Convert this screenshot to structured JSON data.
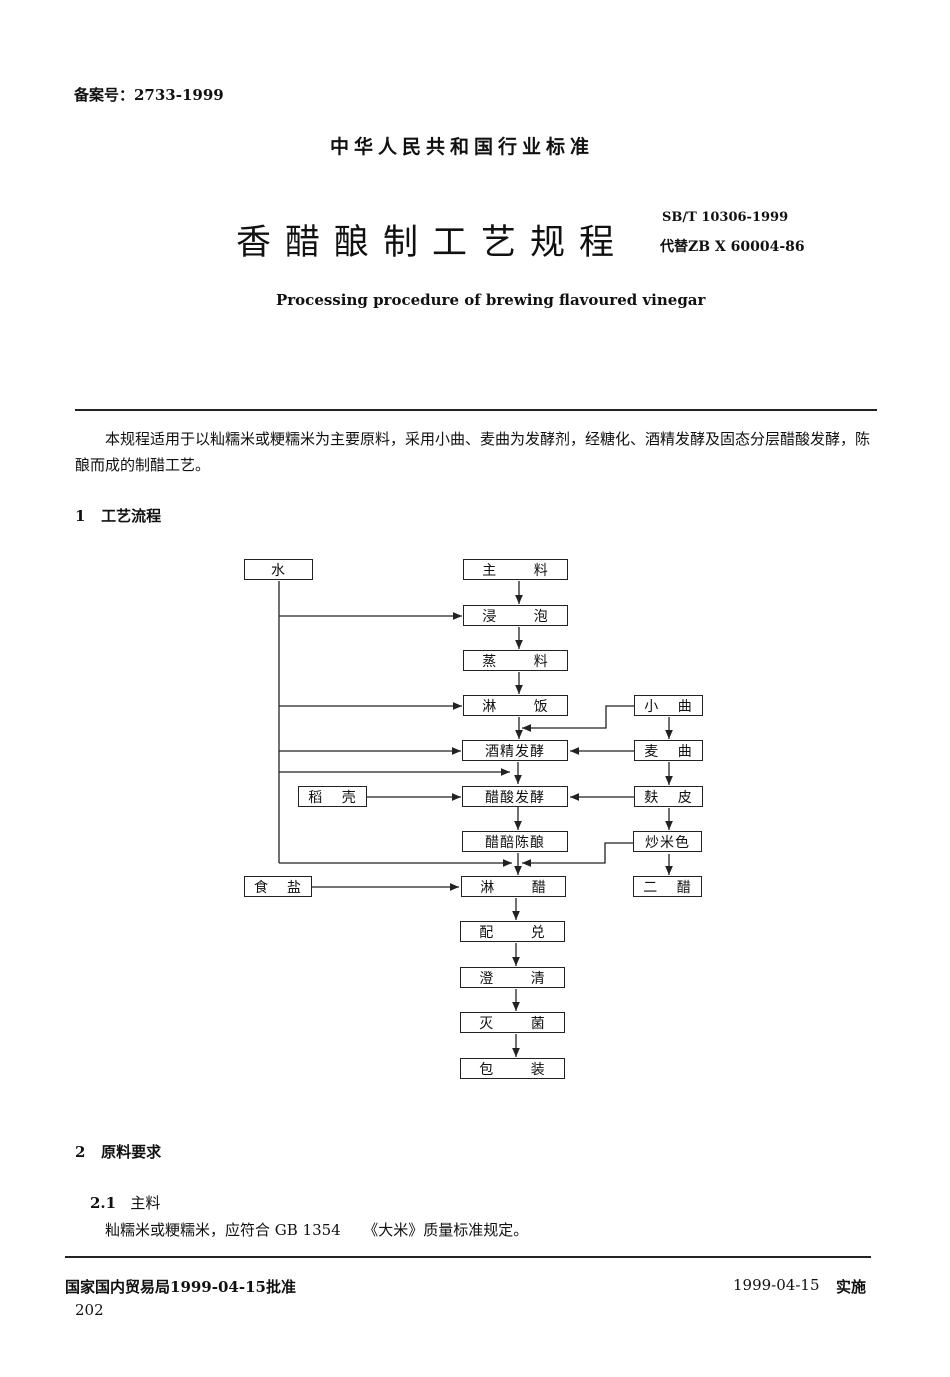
{
  "header": {
    "record_no": "备案号：2733-1999",
    "industry_standard": "中华人民共和国行业标准",
    "title": "香醋酿制工艺规程",
    "standard_code": "SB/T 10306-1999",
    "replaces": "代替ZB X 60004-86",
    "english_title": "Processing procedure of brewing flavoured vinegar"
  },
  "intro": "本规程适用于以籼糯米或粳糯米为主要原料，采用小曲、麦曲为发酵剂，经糖化、酒精发酵及固态分层醋酸发酵，陈酿而成的制醋工艺。",
  "section1": {
    "number": "1",
    "title": "工艺流程"
  },
  "flow": {
    "water": [
      "水"
    ],
    "main_material": [
      "主",
      "料"
    ],
    "soaking": [
      "浸",
      "泡"
    ],
    "steaming": [
      "蒸",
      "料"
    ],
    "rinsing_rice": [
      "淋",
      "饭"
    ],
    "alcohol_fermentation": [
      "酒精发酵"
    ],
    "acetic_fermentation": [
      "醋酸发酵"
    ],
    "aging": [
      "醋醅陈酿"
    ],
    "leaching": [
      "淋",
      "醋"
    ],
    "blending": [
      "配",
      "兑"
    ],
    "clarifying": [
      "澄",
      "清"
    ],
    "sterilizing": [
      "灭",
      "菌"
    ],
    "packaging": [
      "包",
      "装"
    ],
    "xiaoqu": [
      "小",
      "曲"
    ],
    "maiqu": [
      "麦",
      "曲"
    ],
    "bran": [
      "麸",
      "皮"
    ],
    "fried_rice_color": [
      "炒米色"
    ],
    "second_vinegar": [
      "二",
      "醋"
    ],
    "rice_husk": [
      "稻",
      "壳"
    ],
    "salt": [
      "食",
      "盐"
    ]
  },
  "section2": {
    "number": "2",
    "title": "原料要求"
  },
  "section2_1": {
    "number": "2.1",
    "title": "主料",
    "text": "籼糯米或粳糯米，应符合 GB 1354　　《大米》质量标准规定。"
  },
  "footer": {
    "approval": "国家国内贸易局1999-04-15批准",
    "implementation_date": "1999-04-15",
    "implementation": "实施",
    "page_number": "202"
  }
}
